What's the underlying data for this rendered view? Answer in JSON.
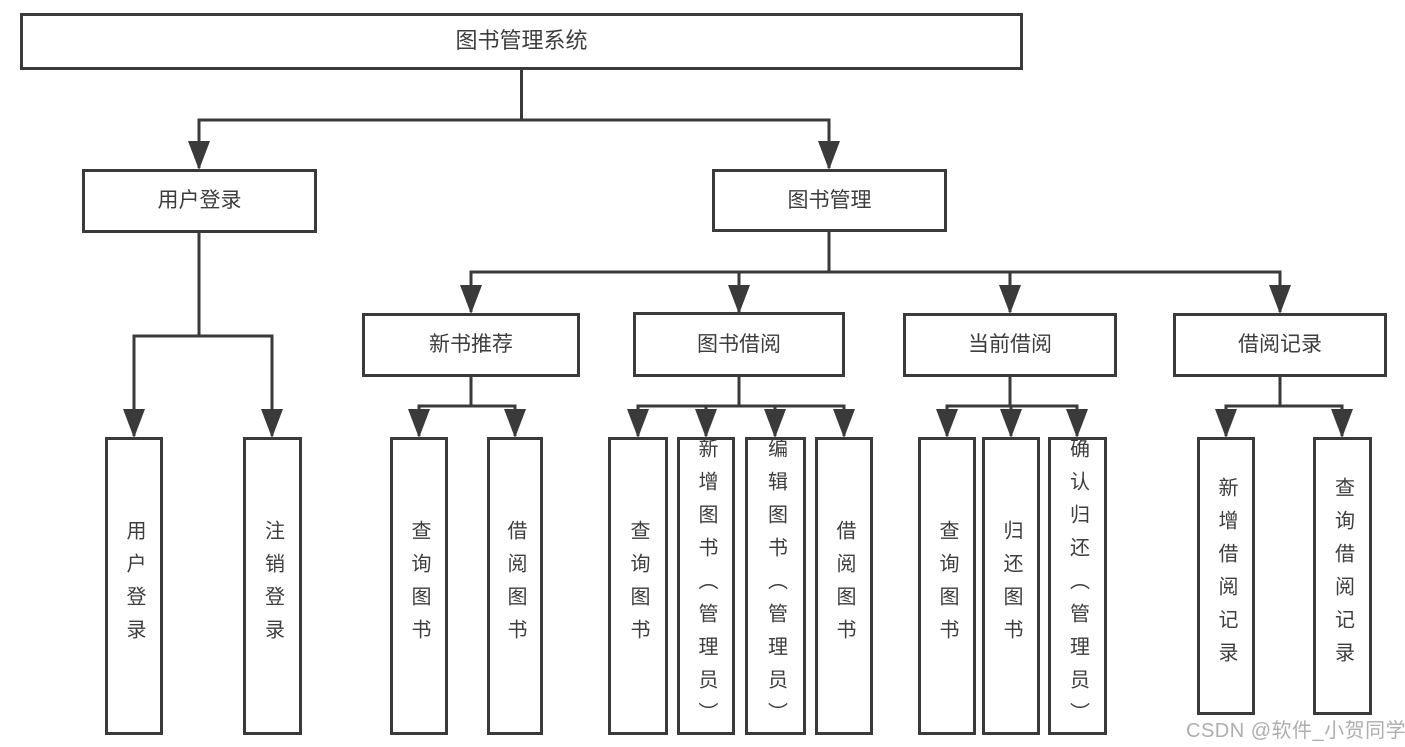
{
  "title": "图书管理系统",
  "watermark": "CSDN @软件_小贺同学",
  "colors": {
    "line": "#3a3a3a",
    "text": "#3d3d3d",
    "background": "#ffffff",
    "watermark": "#a0a0a0"
  },
  "tree": {
    "label": "图书管理系统",
    "children": [
      {
        "label": "用户登录",
        "children": [
          {
            "label": "用户登录"
          },
          {
            "label": "注销登录"
          }
        ]
      },
      {
        "label": "图书管理",
        "children": [
          {
            "label": "新书推荐",
            "children": [
              {
                "label": "查询图书"
              },
              {
                "label": "借阅图书"
              }
            ]
          },
          {
            "label": "图书借阅",
            "children": [
              {
                "label": "查询图书"
              },
              {
                "label": "新增图书（管理员）"
              },
              {
                "label": "编辑图书（管理员）"
              },
              {
                "label": "借阅图书"
              }
            ]
          },
          {
            "label": "当前借阅",
            "children": [
              {
                "label": "查询图书"
              },
              {
                "label": "归还图书"
              },
              {
                "label": "确认归还（管理员）"
              }
            ]
          },
          {
            "label": "借阅记录",
            "children": [
              {
                "label": "新增借阅记录"
              },
              {
                "label": "查询借阅记录"
              }
            ]
          }
        ]
      }
    ]
  }
}
